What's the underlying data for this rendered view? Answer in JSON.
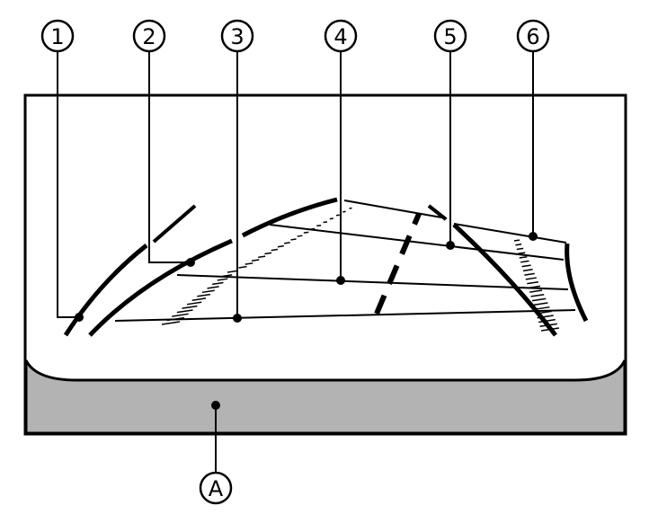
{
  "callouts": [
    {
      "label": "1"
    },
    {
      "label": "2"
    },
    {
      "label": "3"
    },
    {
      "label": "4"
    },
    {
      "label": "5"
    },
    {
      "label": "6"
    },
    {
      "label": "A"
    }
  ],
  "colors": {
    "line": "#000000",
    "screen": "#ffffff",
    "lower_area": "#b3b3b3"
  }
}
